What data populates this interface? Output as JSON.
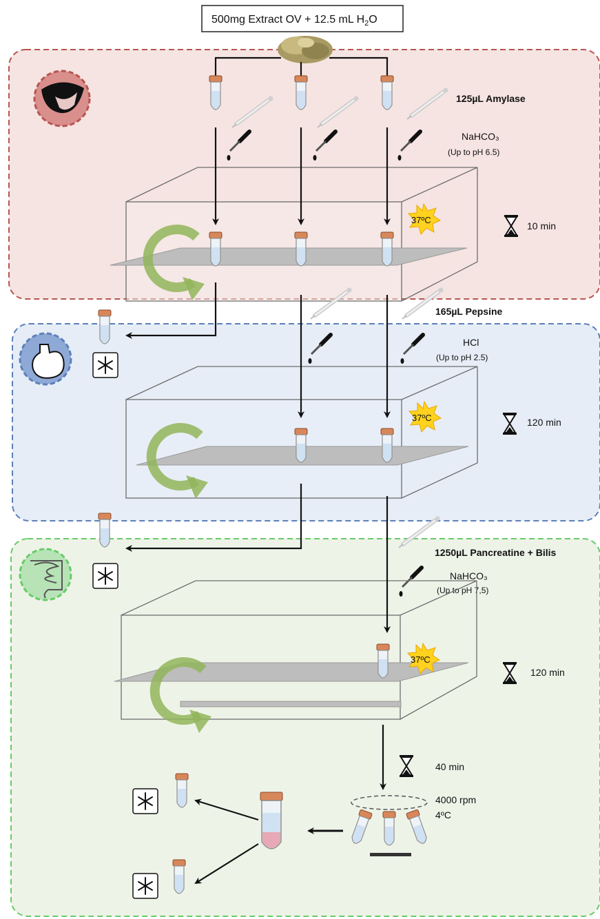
{
  "sample": {
    "label_main": "500mg Extract OV + 12.5 mL H",
    "label_sub": "2",
    "label_end": "O"
  },
  "phases": [
    {
      "id": "oral",
      "icon": "mouth-icon",
      "enzyme": "125µL Amylase",
      "buffer": "NaHCO₃",
      "ph": "(Up to pH 6.5)",
      "temperature": "37ºC",
      "time": "10 min",
      "colors": {
        "fill": "#f5e4e2",
        "border": "#b85450",
        "circle": "#d98f8c"
      }
    },
    {
      "id": "gastric",
      "icon": "stomach-icon",
      "enzyme": "165µL Pepsine",
      "buffer": "HCl",
      "ph": "(Up to pH 2.5)",
      "temperature": "37ºC",
      "time": "120 min",
      "colors": {
        "fill": "#e6edf7",
        "border": "#5b7fb8",
        "circle": "#8fa9d6"
      }
    },
    {
      "id": "intestinal",
      "icon": "intestine-icon",
      "enzyme": "1250µL Pancreatine + Bilis",
      "buffer": "NaHCO₃",
      "ph": "(Up to pH 7,5)",
      "temperature": "37ºC",
      "time": "120 min",
      "colors": {
        "fill": "#eef3e8",
        "border": "#66cc66",
        "circle": "#b7e3b7"
      }
    }
  ],
  "centrifuge": {
    "time": "40 min",
    "speed": "4000 rpm",
    "temp": "4ºC"
  },
  "colors": {
    "arrow": "#111111",
    "rotation_arrow": "#92b55a",
    "burst": "#ffd21f",
    "cap": "#d8875a",
    "liquid": "#cfe1f2",
    "pellet": "#e6a9b5"
  }
}
